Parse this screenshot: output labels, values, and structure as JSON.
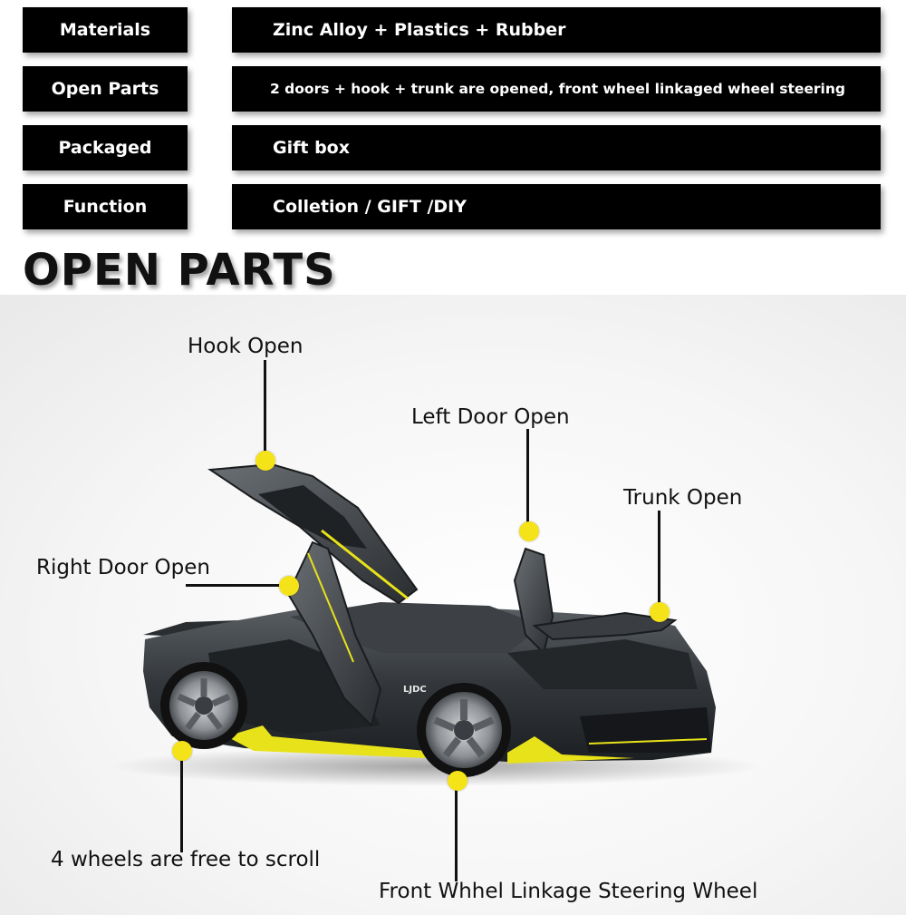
{
  "specs": [
    {
      "label": "Materials",
      "value": "Zinc Alloy + Plastics + Rubber"
    },
    {
      "label": "Open Parts",
      "value": "2 doors + hook + trunk are opened, front wheel linkaged wheel steering"
    },
    {
      "label": "Packaged",
      "value": "Gift box"
    },
    {
      "label": "Function",
      "value": "Colletion / GIFT /DIY"
    }
  ],
  "section_title": "OPEN PARTS",
  "callouts": {
    "hook": "Hook Open",
    "left_door": "Left Door Open",
    "trunk": "Trunk Open",
    "right_door": "Right Door Open",
    "wheels": "4 wheels are free to scroll",
    "steering": "Front Whhel Linkage Steering Wheel"
  },
  "badge_text": "LJDC",
  "colors": {
    "spec_background": "#000000",
    "spec_text": "#ffffff",
    "marker_dot": "#f5e31a",
    "car_body": "#2e3236",
    "car_accent": "#e8e21a"
  }
}
